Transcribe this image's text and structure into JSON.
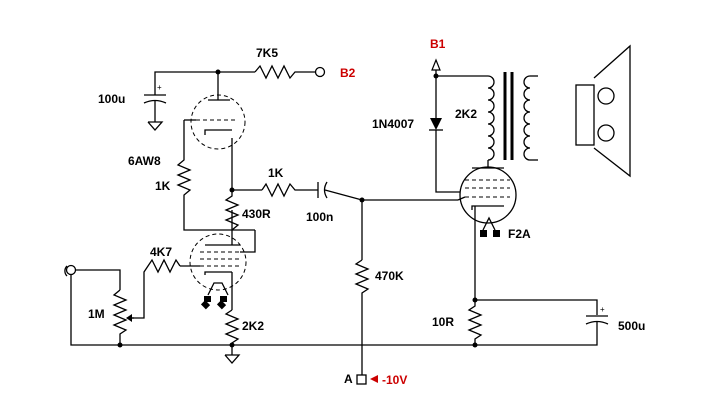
{
  "labels": {
    "r_7k5": "7K5",
    "b2": "B2",
    "c_100u": "100u",
    "v1_tube": "6AW8",
    "r_1k_left": "1K",
    "r_430r": "430R",
    "r_1k_mid": "1K",
    "c_100n": "100n",
    "r_4k7": "4K7",
    "pot_1m": "1M",
    "r_2k2_cathode": "2K2",
    "r_470k": "470K",
    "b1": "B1",
    "d_1n4007": "1N4007",
    "r_2k2_out": "2K2",
    "v2_tube": "F2A",
    "r_10r": "10R",
    "c_500u": "500u",
    "node_a": "A",
    "bias": "-10V"
  },
  "colors": {
    "wire": "#000000",
    "supply_label": "#cc0000",
    "background": "#ffffff"
  }
}
